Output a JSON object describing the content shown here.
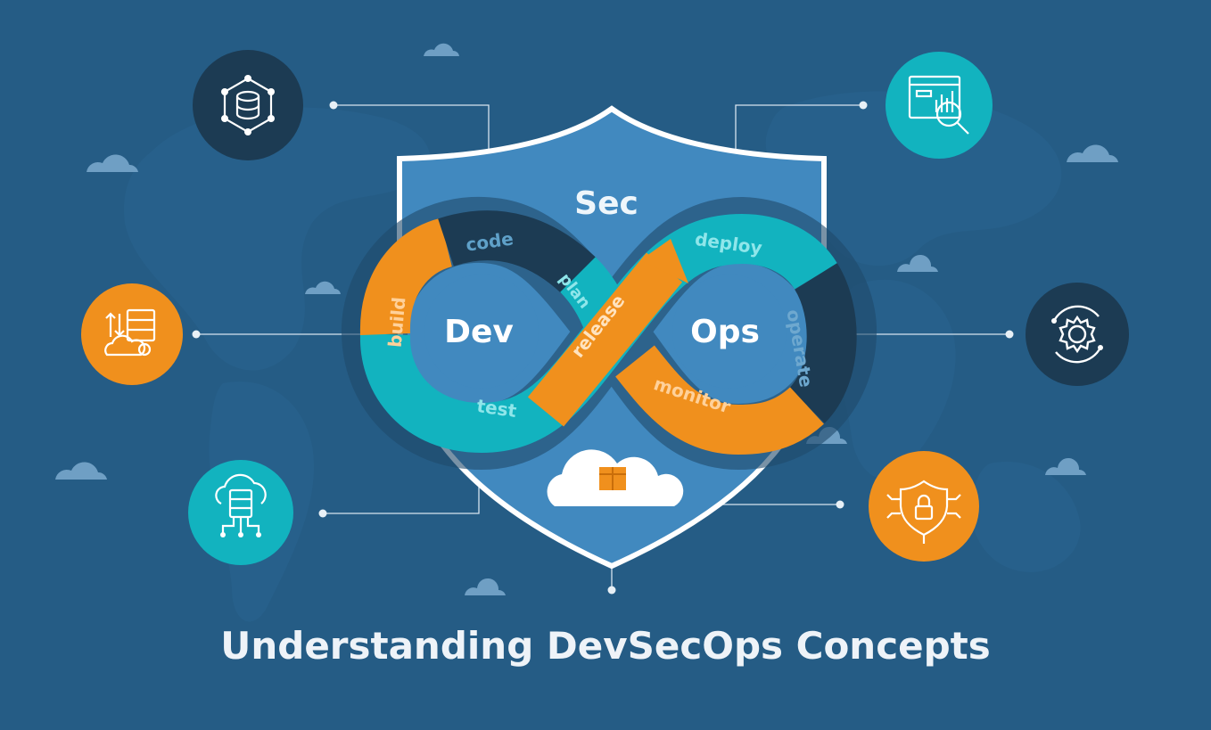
{
  "title": "Understanding DevSecOps Concepts",
  "shield": {
    "label": "Sec"
  },
  "loop": {
    "left_label": "Dev",
    "right_label": "Ops",
    "stages": {
      "code": "code",
      "build": "build",
      "test": "test",
      "plan": "plan",
      "release": "release",
      "deploy": "deploy",
      "operate": "operate",
      "monitor": "monitor"
    }
  },
  "icons": [
    {
      "name": "database-network-icon",
      "color": "#1c3b53"
    },
    {
      "name": "server-cloud-transfer-icon",
      "color": "#f0901d"
    },
    {
      "name": "cloud-server-network-icon",
      "color": "#12b3bf"
    },
    {
      "name": "analytics-search-icon",
      "color": "#12b3bf"
    },
    {
      "name": "gear-cycle-icon",
      "color": "#1c3b53"
    },
    {
      "name": "shield-lock-icon",
      "color": "#f0901d"
    },
    {
      "name": "cloud-package-icon",
      "color": "#ffffff"
    }
  ],
  "colors": {
    "background": "#255c85",
    "shield": "#4189bf",
    "orange": "#f0901d",
    "teal": "#12b3bf",
    "navy": "#1c3b53",
    "light_text": "#eef3f8"
  }
}
